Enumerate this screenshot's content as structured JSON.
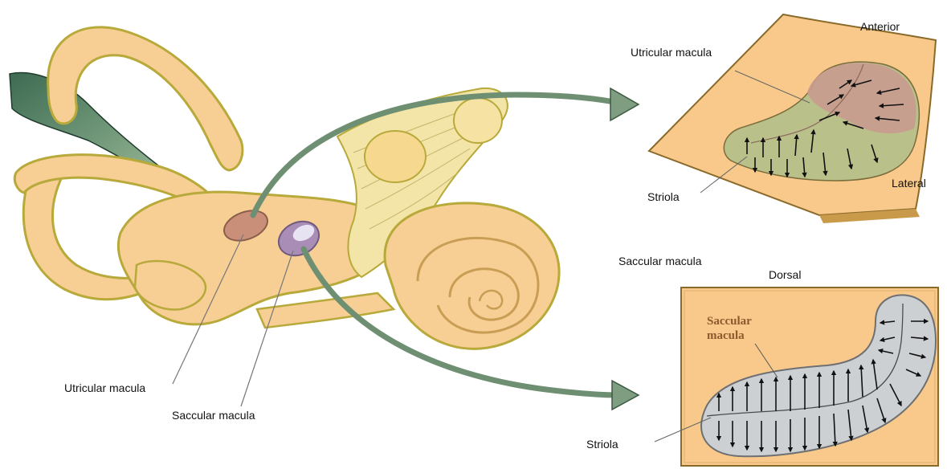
{
  "labels": {
    "utricular_macula_left": "Utricular macula",
    "saccular_macula_left": "Saccular macula",
    "utricular_macula_right": "Utricular macula",
    "anterior": "Anterior",
    "lateral": "Lateral",
    "striola_top": "Striola",
    "saccular_macula_right": "Saccular macula",
    "dorsal": "Dorsal",
    "saccular_macula_inset_line1": "Saccular",
    "saccular_macula_inset_line2": "macula",
    "striola_bottom": "Striola"
  },
  "colors": {
    "bone": "#f7cf95",
    "bone_edge": "#b7a93a",
    "plate": "#f8c98a",
    "utricle_fill": "#c99b8e",
    "utricle_green": "#b9c08a",
    "saccule_fill": "#cdd0d3",
    "arrow_green": "#6f8f72",
    "dark_green": "#3f6e55"
  },
  "icons": [
    "polarity-arrow-icon"
  ]
}
